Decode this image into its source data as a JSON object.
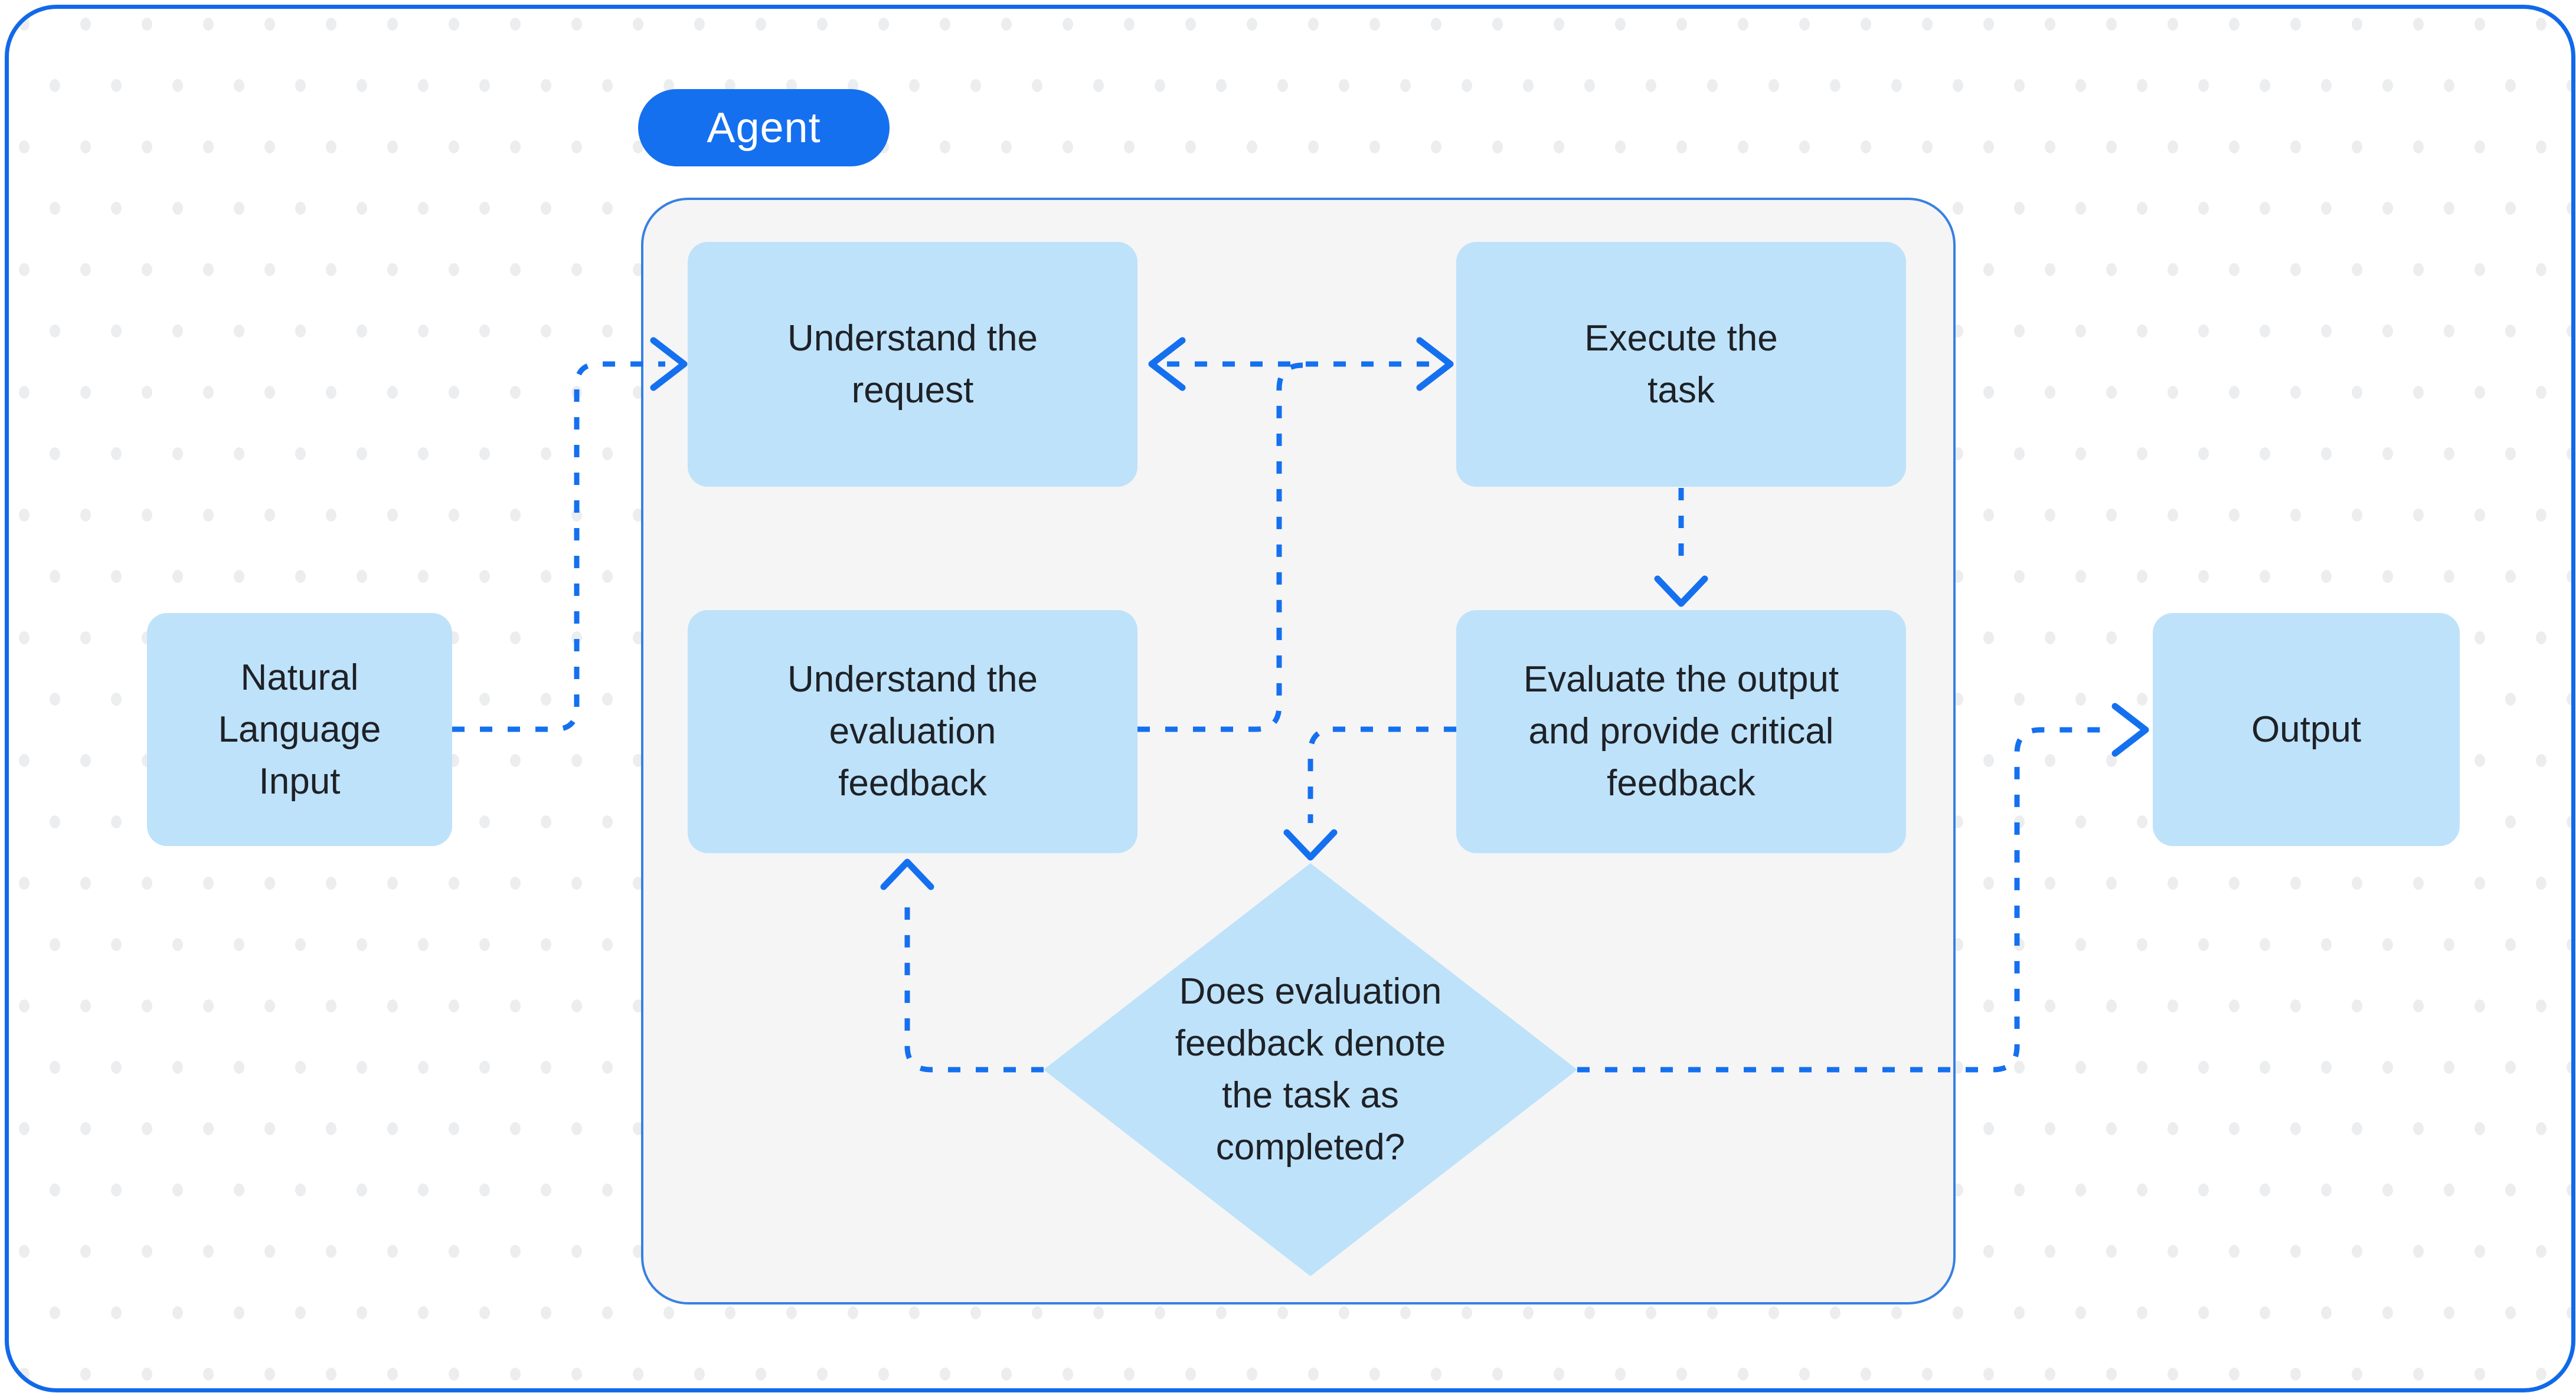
{
  "diagram": {
    "type": "flowchart",
    "badge": {
      "label": "Agent"
    },
    "nodes": {
      "natural_language_input": {
        "label": "Natural\nLanguage\nInput",
        "shape": "rect"
      },
      "understand_request": {
        "label": "Understand the\nrequest",
        "shape": "rect",
        "group": "Agent"
      },
      "execute_task": {
        "label": "Execute the\ntask",
        "shape": "rect",
        "group": "Agent"
      },
      "understand_feedback": {
        "label": "Understand the\nevaluation\nfeedback",
        "shape": "rect",
        "group": "Agent"
      },
      "evaluate_output": {
        "label": "Evaluate the output\nand provide critical\nfeedback",
        "shape": "rect",
        "group": "Agent"
      },
      "decision": {
        "label": "Does evaluation\nfeedback denote\nthe task as\ncompleted?",
        "shape": "diamond",
        "group": "Agent"
      },
      "output": {
        "label": "Output",
        "shape": "rect"
      }
    },
    "edges": [
      {
        "from": "natural_language_input",
        "to": "understand_request",
        "style": "dotted",
        "arrow": "end"
      },
      {
        "from": "understand_request",
        "to": "execute_task",
        "style": "dotted",
        "arrow": "both"
      },
      {
        "from": "understand_feedback",
        "to": "understand_request<->execute_task link",
        "style": "dotted",
        "arrow": "none"
      },
      {
        "from": "execute_task",
        "to": "evaluate_output",
        "style": "dotted",
        "arrow": "end"
      },
      {
        "from": "evaluate_output",
        "to": "decision",
        "style": "dotted",
        "arrow": "end"
      },
      {
        "from": "decision",
        "to": "understand_feedback",
        "style": "dotted",
        "arrow": "end"
      },
      {
        "from": "decision",
        "to": "output",
        "style": "dotted",
        "arrow": "end"
      }
    ],
    "colors": {
      "accent_blue": "#1570EF",
      "panel_border_blue": "#3780E2",
      "node_fill": "#BEE2FA",
      "panel_fill": "#F5F5F6",
      "frame_border": "#1169E9",
      "dot_grid": "#ECEDEF",
      "text": "#1E2126",
      "badge_text": "#FFFFFF",
      "canvas": "#FFFFFF"
    }
  }
}
